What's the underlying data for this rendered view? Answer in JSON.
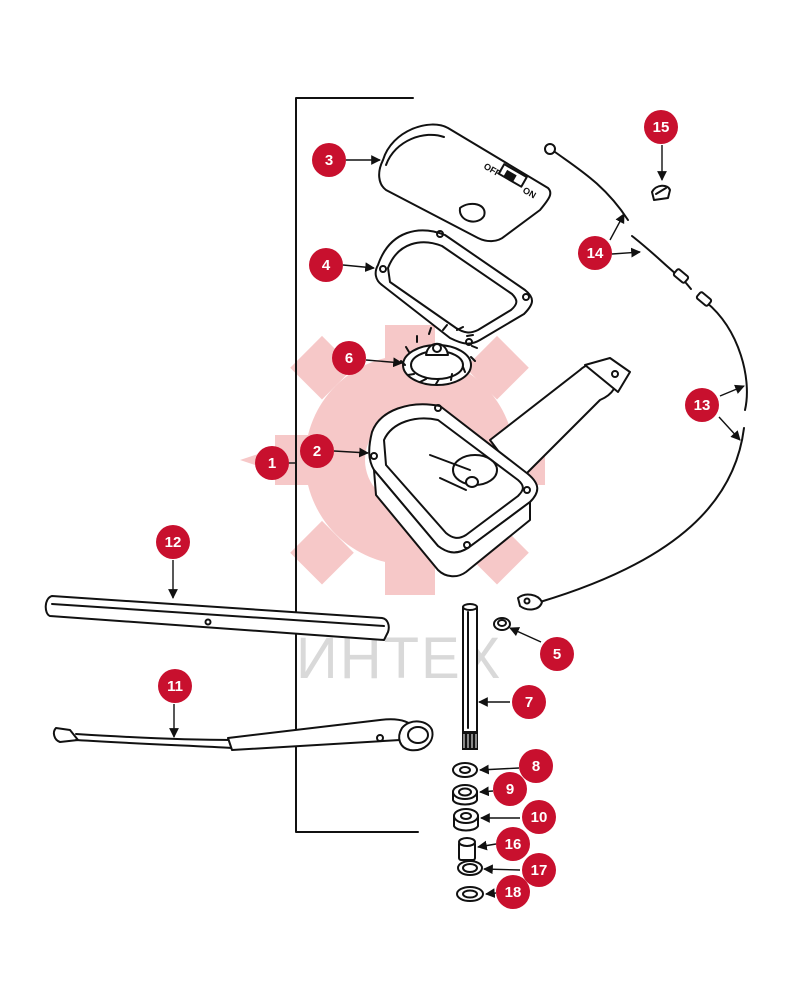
{
  "diagram": {
    "watermark_text": "ИНТЕХ",
    "switch_labels": {
      "off": "OFF",
      "on": "ON"
    },
    "callouts": [
      "1",
      "2",
      "3",
      "4",
      "5",
      "6",
      "7",
      "8",
      "9",
      "10",
      "11",
      "12",
      "13",
      "14",
      "15",
      "16",
      "17",
      "18"
    ]
  },
  "colors": {
    "callout": "#c8102e",
    "watermark": "#f4b6b6",
    "line": "#111111"
  }
}
